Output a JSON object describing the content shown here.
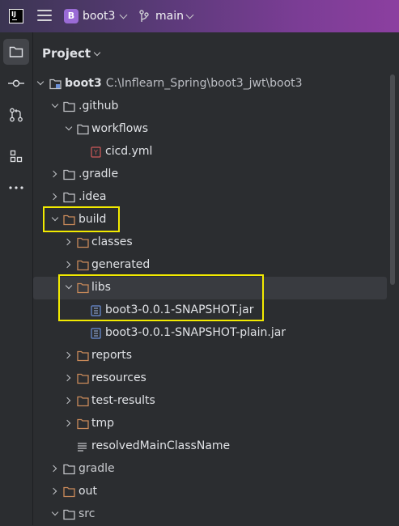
{
  "titlebar": {
    "logo_text": "IJ",
    "project_badge": "B",
    "project_name": "boot3",
    "branch_name": "main"
  },
  "panel": {
    "title": "Project"
  },
  "tree": {
    "root_name": "boot3",
    "root_path": "C:\\Inflearn_Spring\\boot3_jwt\\boot3",
    "items": [
      {
        "label": ".github"
      },
      {
        "label": "workflows"
      },
      {
        "label": "cicd.yml"
      },
      {
        "label": ".gradle"
      },
      {
        "label": ".idea"
      },
      {
        "label": "build"
      },
      {
        "label": "classes"
      },
      {
        "label": "generated"
      },
      {
        "label": "libs"
      },
      {
        "label": "boot3-0.0.1-SNAPSHOT.jar"
      },
      {
        "label": "boot3-0.0.1-SNAPSHOT-plain.jar"
      },
      {
        "label": "reports"
      },
      {
        "label": "resources"
      },
      {
        "label": "test-results"
      },
      {
        "label": "tmp"
      },
      {
        "label": "resolvedMainClassName"
      },
      {
        "label": "gradle"
      },
      {
        "label": "out"
      },
      {
        "label": "src"
      }
    ]
  },
  "icons": {
    "folder": "folder-icon",
    "excluded_folder": "excluded-folder-icon",
    "yaml": "yaml-file-icon",
    "jar": "jar-file-icon",
    "text": "text-file-icon"
  },
  "colors": {
    "excluded_folder": "#c98a5a",
    "highlight": "#f2ea00",
    "yaml": "#d05a5a",
    "jar": "#6b8fd6"
  }
}
